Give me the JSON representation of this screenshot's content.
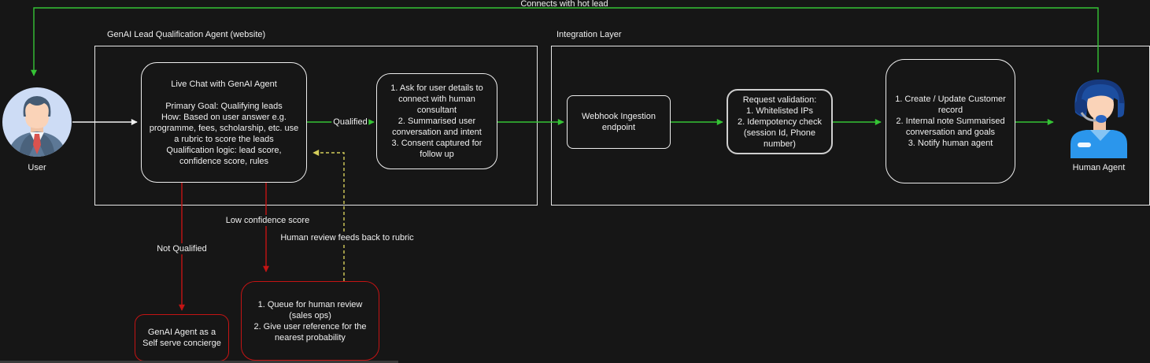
{
  "diagram": {
    "top_edge_label": "Connects with hot lead",
    "containers": {
      "genai": {
        "label": "GenAI Lead Qualification Agent (website)"
      },
      "integration": {
        "label": "Integration Layer"
      }
    },
    "actors": {
      "user": {
        "label": "User",
        "icon": "businessman-avatar-icon"
      },
      "human_agent": {
        "label": "Human Agent",
        "icon": "support-agent-headset-icon"
      }
    },
    "nodes": {
      "live_chat": {
        "text": "Live Chat with GenAI Agent\n\nPrimary Goal: Qualifying leads\nHow: Based on user answer e.g.\nprogramme, fees, scholarship, etc. use\na rubric to score the leads\nQualification logic: lead score,\nconfidence score, rules"
      },
      "user_details": {
        "text": "1. Ask for user details to\nconnect with human\nconsultant\n2. Summarised user\nconversation and intent\n3. Consent captured for\nfollow up"
      },
      "webhook": {
        "text": "Webhook Ingestion\nendpoint"
      },
      "request_validation": {
        "text": "Request validation:\n1. Whitelisted IPs\n2. Idempotency check\n(session Id, Phone\nnumber)"
      },
      "crm_update": {
        "text": "1. Create / Update Customer\nrecord\n2. Internal note Summarised\nconversation and goals\n3. Notify human agent"
      },
      "self_serve": {
        "text": "GenAI Agent as a\nSelf serve concierge"
      },
      "human_review_queue": {
        "text": "1. Queue for human review\n(sales ops)\n2. Give user reference for the\nnearest probability"
      }
    },
    "edge_labels": {
      "qualified": "Qualified",
      "not_qualified": "Not Qualified",
      "low_confidence": "Low confidence score",
      "feedback": "Human review feeds back to rubric"
    },
    "colors": {
      "background": "#161616",
      "node_stroke": "#ededed",
      "flow_green": "#35c435",
      "alert_red": "#c41414",
      "feedback_yellow": "#d4cd5a",
      "text": "#f0f0f0"
    }
  }
}
